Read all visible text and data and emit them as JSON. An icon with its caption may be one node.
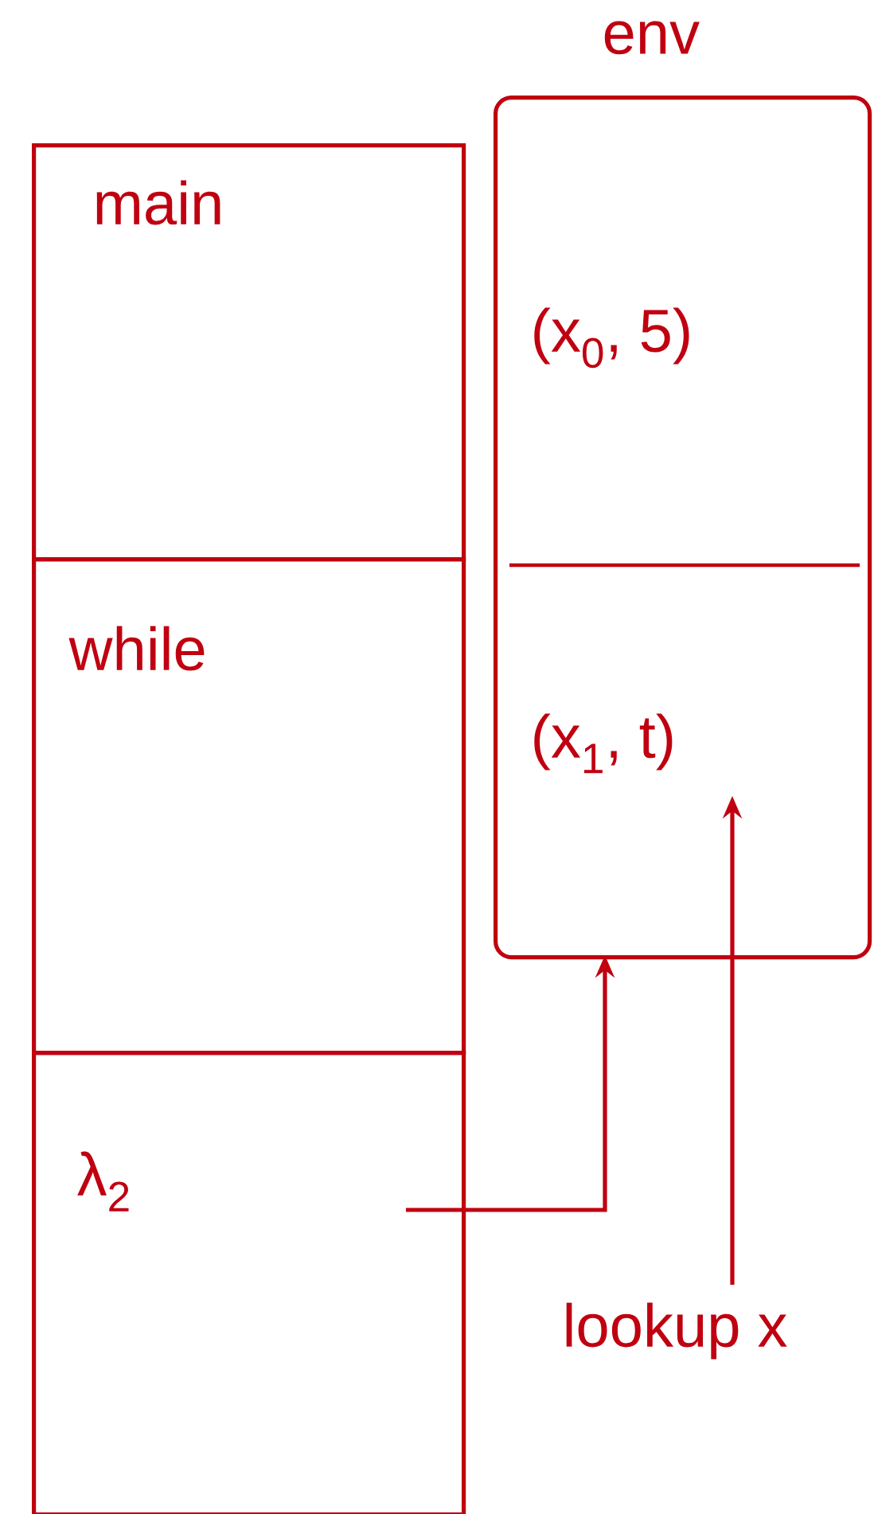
{
  "diagram": {
    "nodes": [
      {
        "text": [
          "main"
        ]
      },
      {
        "text": [
          "while"
        ]
      },
      {
        "text": [
          "λ$_{2}$"
        ]
      },
      {
        "text": [
          "env"
        ]
      },
      {
        "text": [
          "(x$_{0}$, 5)"
        ],
        "in": 3
      },
      {
        "text": [
          "(x$_{1}$, t)"
        ],
        "in": 3
      },
      {
        "text": [
          "lookup x"
        ]
      }
    ],
    "edges": [
      {
        "from": 2,
        "to": 3,
        "arrow": "to"
      },
      {
        "from": 6,
        "to": 5,
        "arrow": "to"
      }
    ]
  }
}
